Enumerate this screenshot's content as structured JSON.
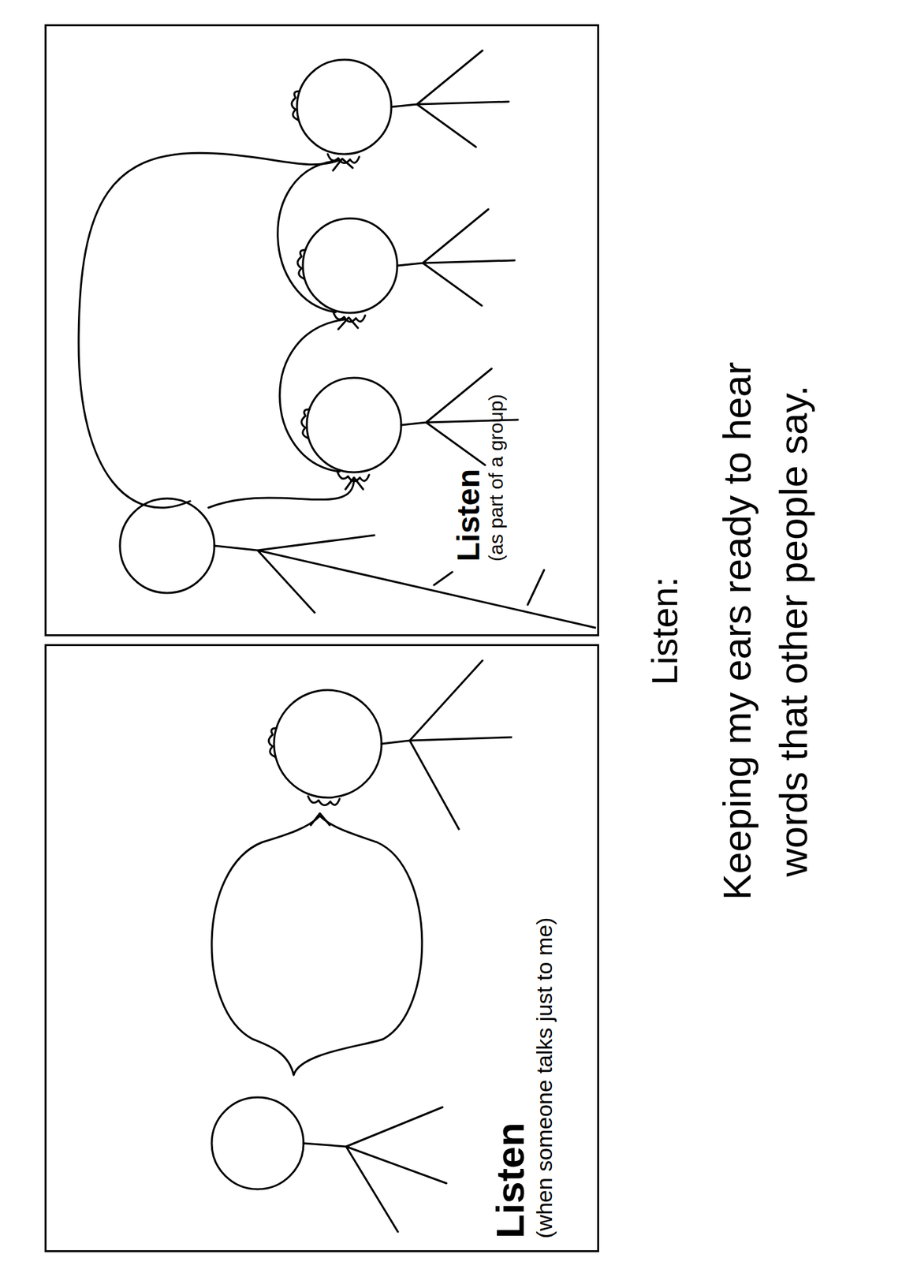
{
  "diagram": {
    "title": "Listen:",
    "caption": "Keeping my ears ready to hear words that other people say.",
    "nodes": [
      {
        "text": [
          "Listen",
          "(when someone talks just to me)"
        ]
      },
      {
        "text": [
          "Listen",
          "(as part of a group)"
        ]
      }
    ]
  }
}
